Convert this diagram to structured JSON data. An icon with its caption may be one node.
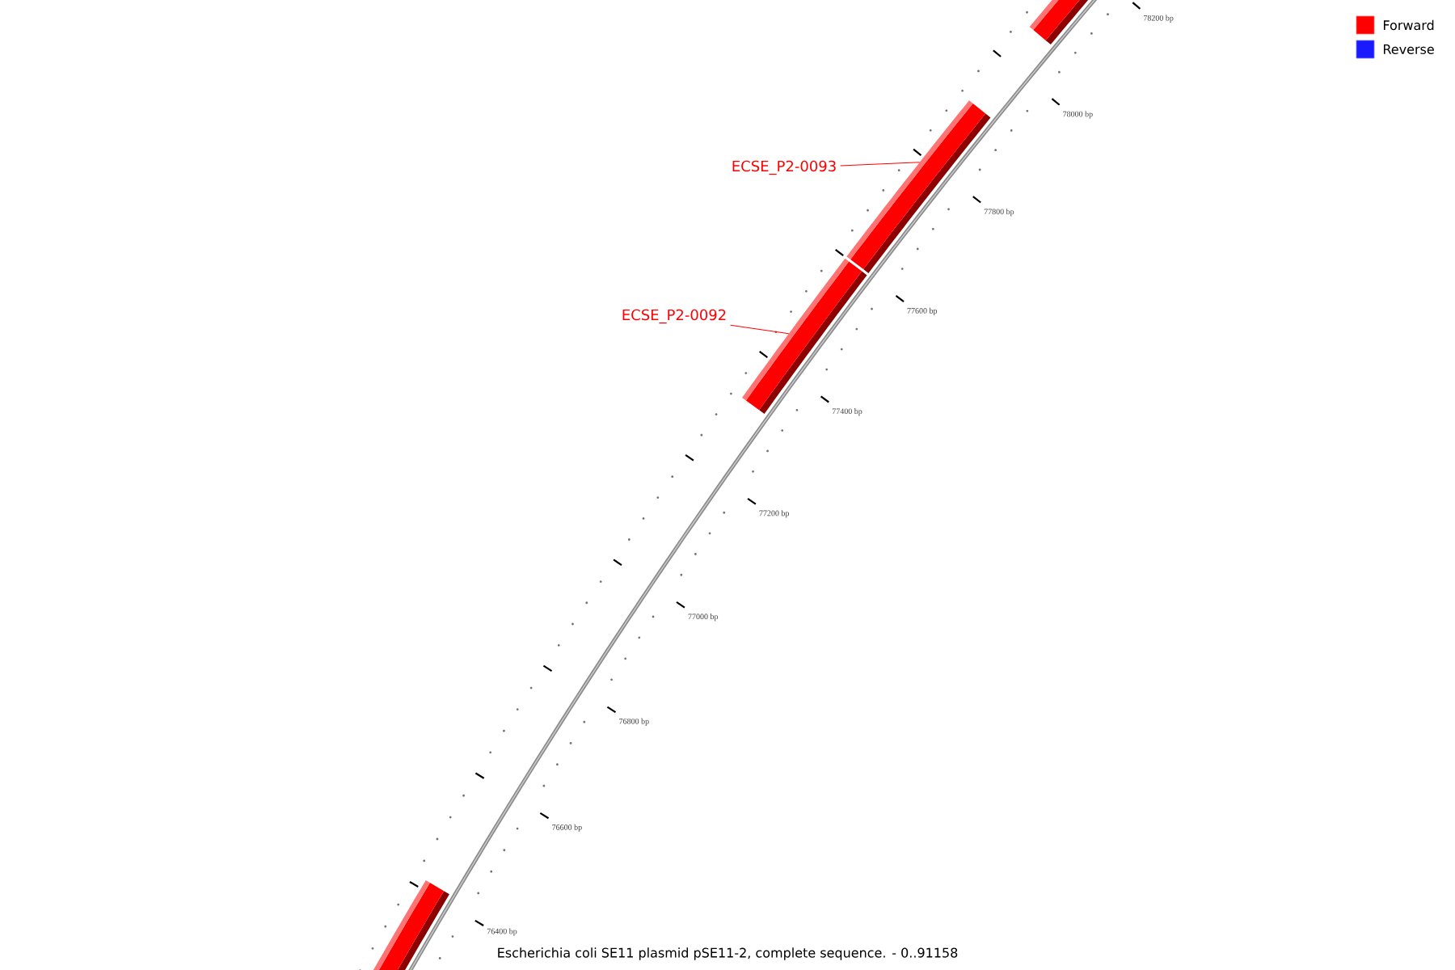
{
  "diagram": {
    "caption": "Escherichia coli SE11 plasmid pSE11-2, complete sequence. - 0..91158",
    "nodes": [
      {
        "text": [],
        "shape": "bar"
      },
      {
        "text": [
          "ECSE_P2-0092"
        ]
      },
      {
        "text": [],
        "shape": "bar"
      },
      {
        "text": [
          "ECSE_P2-0093"
        ]
      },
      {
        "text": [],
        "shape": "bar"
      },
      {
        "text": [],
        "shape": "bar"
      }
    ],
    "edges": [
      {
        "from": 1,
        "to": 2,
        "arrow": "none"
      },
      {
        "from": 3,
        "to": 4,
        "arrow": "none"
      }
    ],
    "labels": [
      "78200 bp",
      "78000 bp",
      "77800 bp",
      "77600 bp",
      "77400 bp",
      "77200 bp",
      "77000 bp",
      "76800 bp",
      "76600 bp",
      "76400 bp"
    ],
    "legend": [
      {
        "text": "Forward",
        "color": "#ff0000"
      },
      {
        "text": "Reverse",
        "color": "#1a1aff"
      }
    ]
  }
}
